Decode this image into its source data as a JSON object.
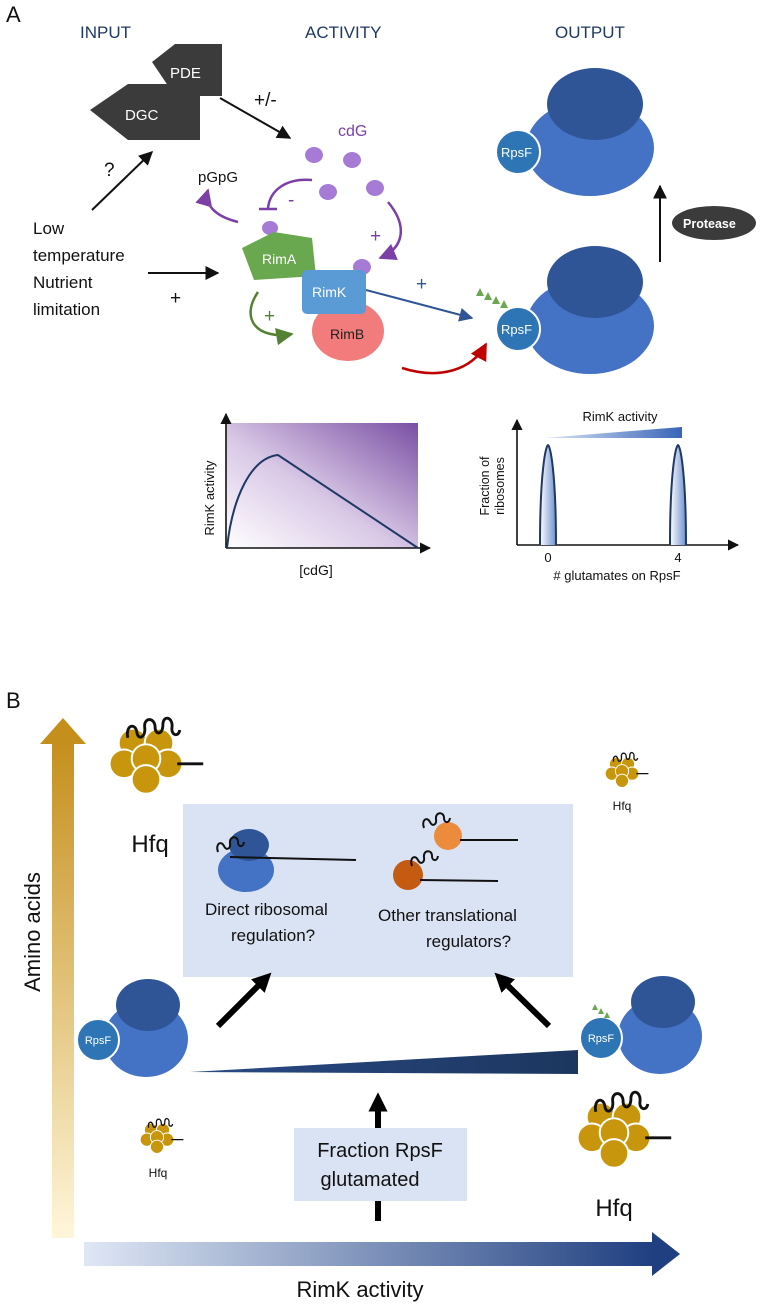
{
  "panel_a": {
    "letter": "A",
    "headers": {
      "input": "INPUT",
      "activity": "ACTIVITY",
      "output": "OUTPUT"
    },
    "shapes": {
      "pde": "PDE",
      "dgc": "DGC"
    },
    "signs": {
      "plus_minus": "+/-",
      "question": "?",
      "minus": "-",
      "plus": "+"
    },
    "labels": {
      "cdg": "cdG",
      "pgpg": "pGpG",
      "low": "Low",
      "temperature": "temperature",
      "nutrient": "Nutrient",
      "limitation": "limitation",
      "rima": "RimA",
      "rimk": "RimK",
      "rimb": "RimB",
      "rpsf": "RpsF",
      "protease": "Protease"
    },
    "colors": {
      "dark_gray": "#3b3b3b",
      "purple": "#7b3fa6",
      "green": "#6aa84f",
      "rimk_blue": "#5b9bd5",
      "rimb_red": "#f27b7b",
      "ribosome_dark": "#2f5597",
      "ribosome_light": "#4472c4",
      "red_arrow": "#c00000",
      "blue_arrow": "#2f5597"
    }
  },
  "plot_left": {
    "ylabel": "RimK activity",
    "xlabel": "[cdG]"
  },
  "plot_right": {
    "ylabel_line1": "Fraction of",
    "ylabel_line2": "ribosomes",
    "wedge_label": "RimK activity",
    "tick_0": "0",
    "tick_4": "4",
    "xlabel": "# glutamates on RpsF"
  },
  "panel_b": {
    "letter": "B",
    "y_axis_label": "Amino acids",
    "x_axis_label": "RimK activity",
    "hfq": "Hfq",
    "rpsf": "RpsF",
    "box_text_1": "Direct ribosomal",
    "box_text_2": "regulation?",
    "box_text_3": "Other translational",
    "box_text_4": "regulators?",
    "fraction_line1": "Fraction RpsF",
    "fraction_line2": "glutamated",
    "colors": {
      "gold": "#c8960c",
      "box_bg": "#dae3f3",
      "navy": "#203864"
    }
  }
}
